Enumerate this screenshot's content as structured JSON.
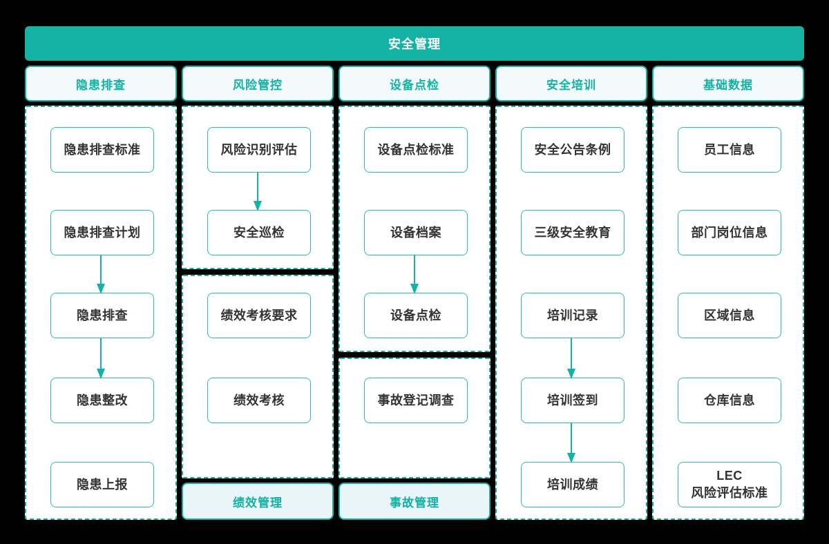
{
  "colors": {
    "background": "#000000",
    "teal_primary": "#14b2a3",
    "node_border": "#2fbcae",
    "header_fill": "#f3fafc",
    "footer_fill": "#e9f5f9",
    "node_text": "#333333",
    "banner_text": "#ffffff"
  },
  "banner": {
    "title": "安全管理"
  },
  "columns": [
    {
      "header": "隐患排查",
      "nodes": [
        "隐患排查标准",
        "隐患排查计划",
        "隐患排查",
        "隐患整改",
        "隐患上报"
      ]
    },
    {
      "header": "风险管控",
      "nodes": [
        "风险识别评估",
        "安全巡检",
        "绩效考核要求",
        "绩效考核"
      ],
      "footer": "绩效管理"
    },
    {
      "header": "设备点检",
      "nodes": [
        "设备点检标准",
        "设备档案",
        "设备点检",
        "事故登记调查"
      ],
      "footer": "事故管理"
    },
    {
      "header": "安全培训",
      "nodes": [
        "安全公告条例",
        "三级安全教育",
        "培训记录",
        "培训签到",
        "培训成绩"
      ]
    },
    {
      "header": "基础数据",
      "nodes": [
        "员工信息",
        "部门岗位信息",
        "区域信息",
        "仓库信息",
        "LEC\n风险评估标准"
      ]
    }
  ]
}
